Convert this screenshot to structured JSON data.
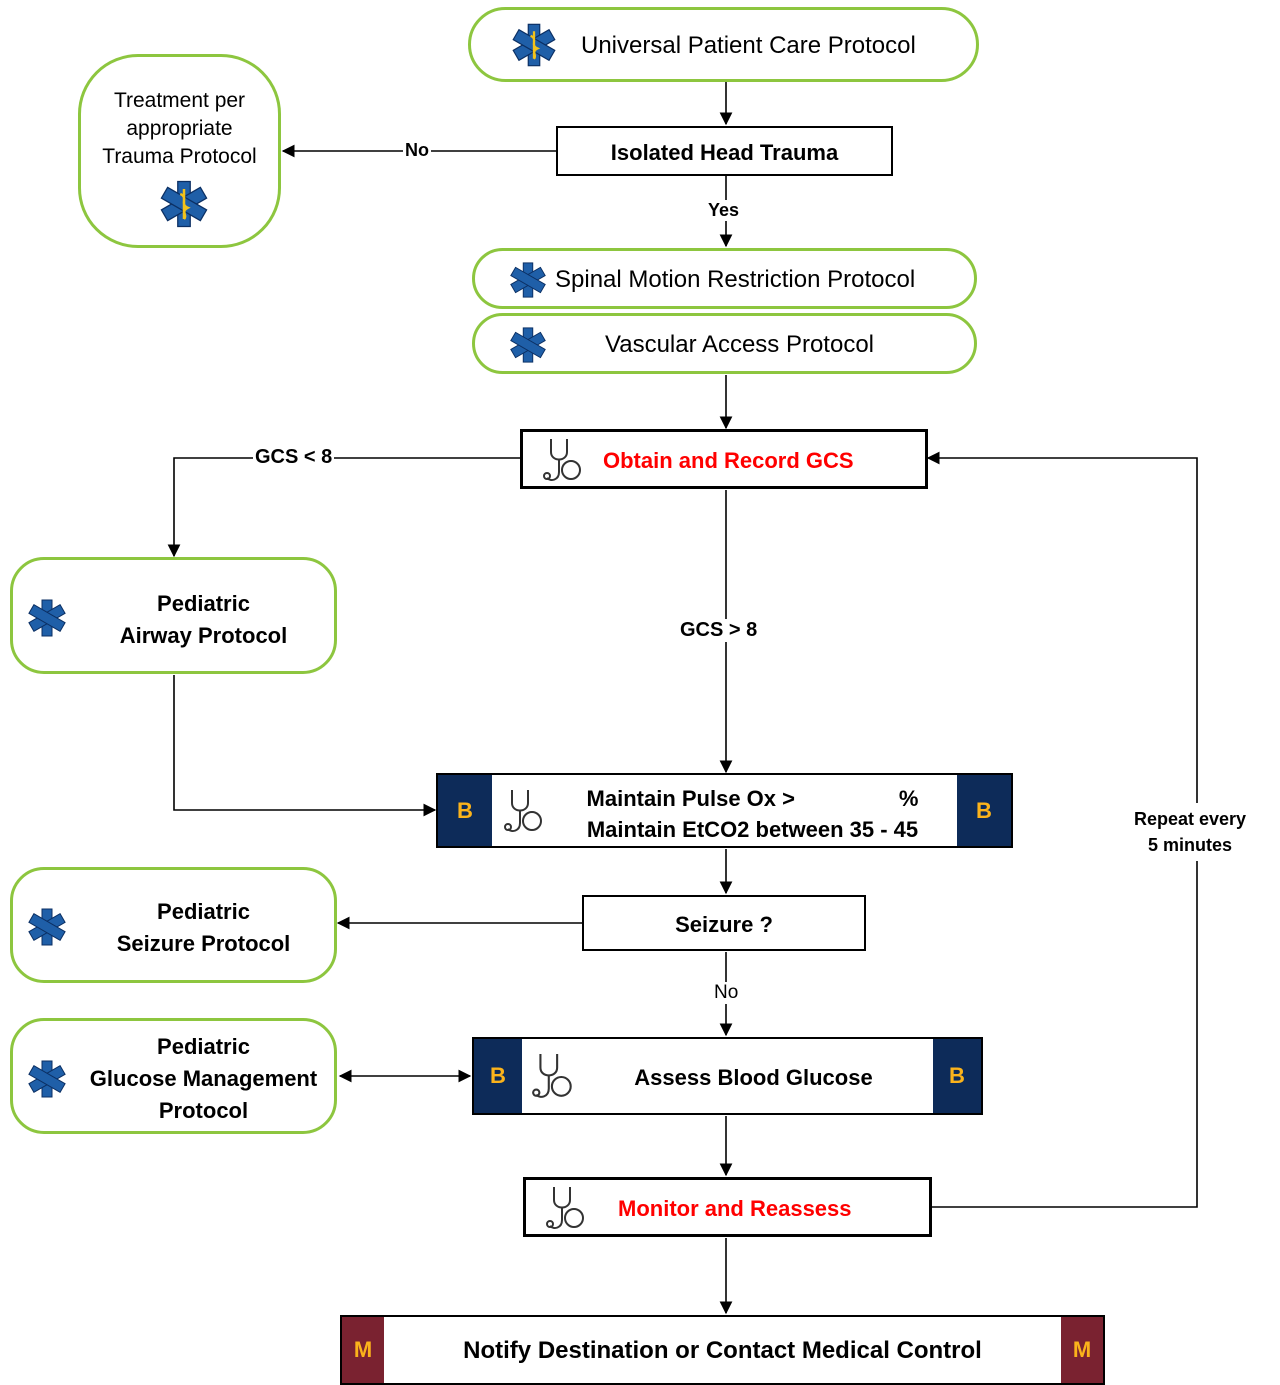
{
  "colors": {
    "pill_border": "#8dc63f",
    "badge_b": "#0d2b59",
    "badge_m": "#7a2230",
    "badge_text": "#fbb31b",
    "highlight_text": "#ff0000"
  },
  "icons": {
    "protocol": "star-of-life-icon",
    "assessment": "stethoscope-icon"
  },
  "nodes": {
    "universal": "Universal Patient Care Protocol",
    "trauma_treatment": "Treatment per appropriate Trauma Protocol",
    "isolated_head_trauma": "Isolated Head Trauma",
    "spinal": "Spinal Motion Restriction Protocol",
    "vascular": "Vascular Access Protocol",
    "gcs": "Obtain and Record GCS",
    "airway_line1": "Pediatric",
    "airway_line2": "Airway Protocol",
    "pulse_ox": "Maintain Pulse Ox >                 %",
    "etco2": "Maintain EtCO2 between 35 - 45",
    "seizure_question": "Seizure ?",
    "seizure_line1": "Pediatric",
    "seizure_line2": "Seizure Protocol",
    "glucose_line1": "Pediatric",
    "glucose_line2": "Glucose Management",
    "glucose_line3": "Protocol",
    "blood_glucose": "Assess Blood Glucose",
    "monitor": "Monitor and Reassess",
    "notify": "Notify Destination or Contact Medical Control"
  },
  "badges": {
    "b": "B",
    "m": "M"
  },
  "edge_labels": {
    "no_trauma": "No",
    "yes": "Yes",
    "gcs_low": "GCS < 8",
    "gcs_high": "GCS > 8",
    "no_seizure": "No",
    "repeat_line1": "Repeat every",
    "repeat_line2": "5 minutes"
  }
}
